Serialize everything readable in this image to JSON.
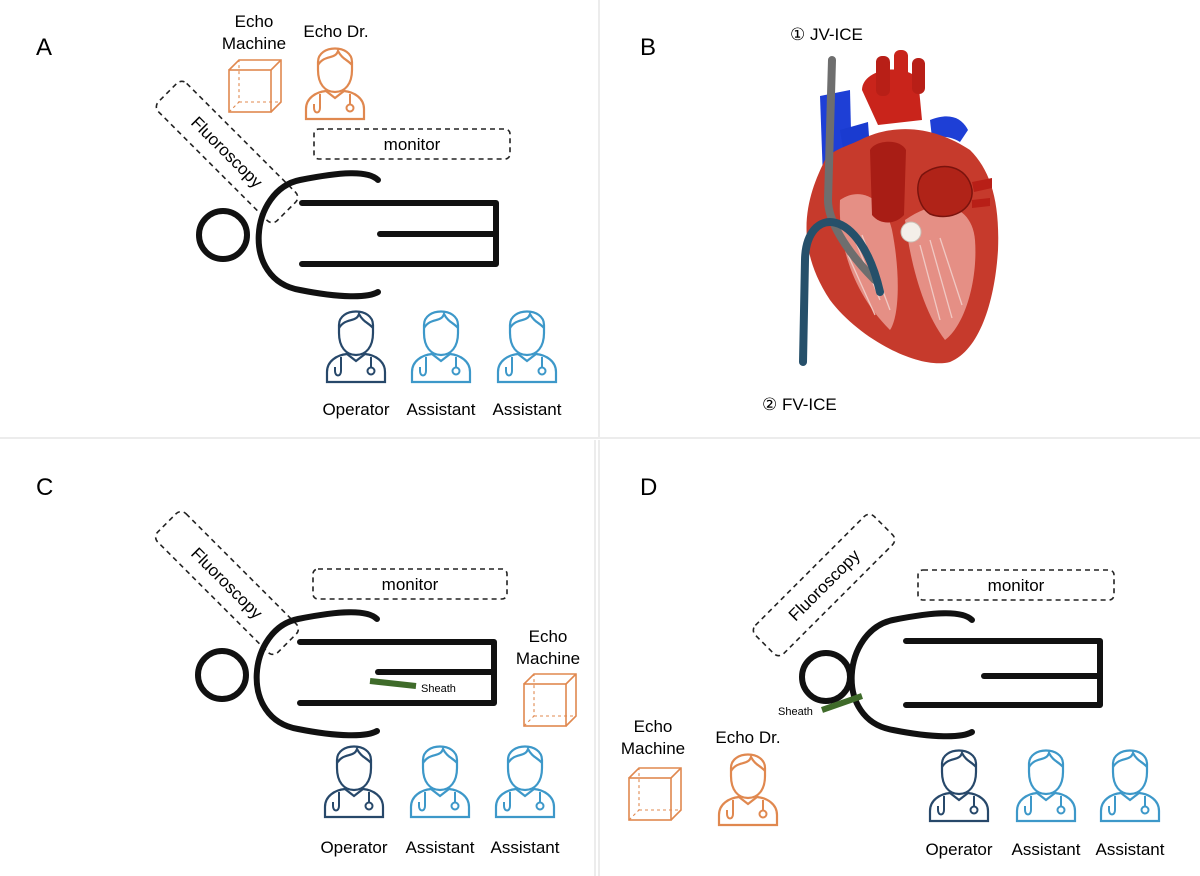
{
  "panels": {
    "A": {
      "label": "A",
      "echo_machine": [
        "Echo",
        "Machine"
      ],
      "echo_dr": "Echo Dr.",
      "fluoroscopy": "Fluoroscopy",
      "monitor": "monitor",
      "staff": [
        "Operator",
        "Assistant",
        "Assistant"
      ]
    },
    "B": {
      "label": "B",
      "jv_ice": "① JV-ICE",
      "fv_ice": "② FV-ICE"
    },
    "C": {
      "label": "C",
      "fluoroscopy": "Fluoroscopy",
      "monitor": "monitor",
      "sheath": "Sheath",
      "echo_machine": [
        "Echo",
        "Machine"
      ],
      "staff": [
        "Operator",
        "Assistant",
        "Assistant"
      ]
    },
    "D": {
      "label": "D",
      "fluoroscopy": "Fluoroscopy",
      "monitor": "monitor",
      "sheath": "Sheath",
      "echo_machine": [
        "Echo",
        "Machine"
      ],
      "echo_dr": "Echo Dr.",
      "staff": [
        "Operator",
        "Assistant",
        "Assistant"
      ]
    }
  },
  "colors": {
    "operator": "#27486a",
    "assistant": "#3d98c9",
    "echo": "#e0884f",
    "sheath": "#3f6b2a",
    "jv_catheter": "#6e6e6e",
    "fv_catheter": "#26506a"
  }
}
